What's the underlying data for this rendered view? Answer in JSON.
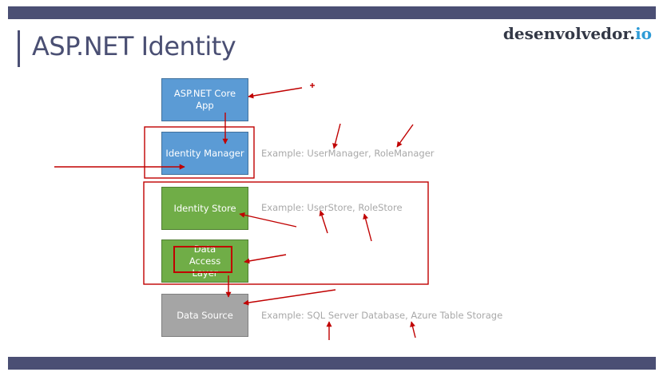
{
  "slide": {
    "title": "ASP.NET Identity",
    "logo_main": "desenvolvedor.",
    "logo_tld": "io",
    "colors": {
      "bar": "#4b4f74",
      "logo_tld": "#2e9bd6",
      "annotation": "#c00000",
      "blue_box": "#5b9bd5",
      "green_box": "#70ad47",
      "grey_box": "#a5a5a5"
    }
  },
  "diagram": {
    "boxes": [
      {
        "id": "app",
        "label": "ASP.NET Core App",
        "color": "blue"
      },
      {
        "id": "manager",
        "label": "Identity Manager",
        "color": "blue",
        "example": "Example: UserManager, RoleManager"
      },
      {
        "id": "store",
        "label": "Identity Store",
        "color": "green",
        "example": "Example: UserStore, RoleStore"
      },
      {
        "id": "dal",
        "label": "Data Access Layer",
        "color": "green"
      },
      {
        "id": "source",
        "label": "Data Source",
        "color": "grey",
        "example": "Example: SQL Server Database, Azure Table Storage"
      }
    ]
  }
}
